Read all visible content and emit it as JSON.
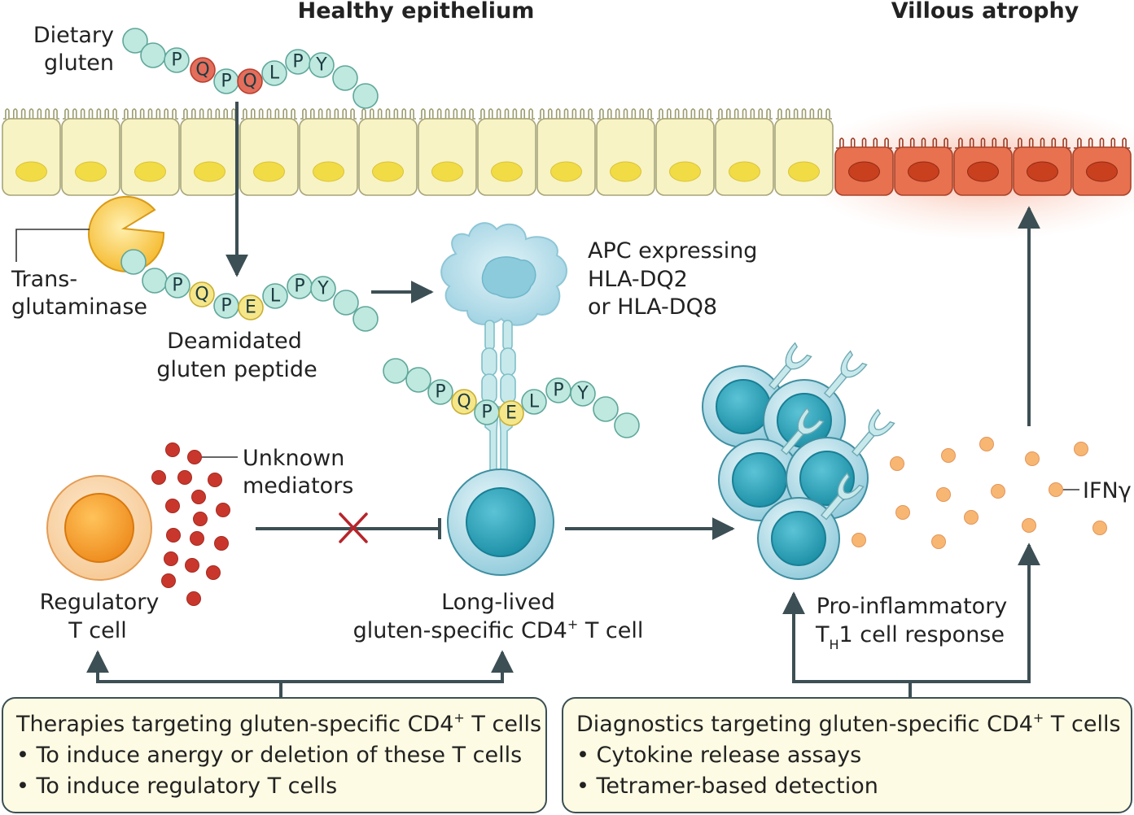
{
  "headers": {
    "healthy": "Healthy epithelium",
    "atrophy": "Villous atrophy"
  },
  "labels": {
    "dietary_gluten_1": "Dietary",
    "dietary_gluten_2": "gluten",
    "transglutaminase_1": "Trans-",
    "transglutaminase_2": "glutaminase",
    "deamidated_1": "Deamidated",
    "deamidated_2": "gluten peptide",
    "apc_1": "APC expressing",
    "apc_2": "HLA-DQ2",
    "apc_3": "or HLA-DQ8",
    "unknown_1": "Unknown",
    "unknown_2": "mediators",
    "treg_1": "Regulatory",
    "treg_2": "T cell",
    "cd4_1": "Long-lived",
    "cd4_2a": "gluten-specific CD4",
    "cd4_2sup": "+",
    "cd4_2b": " T cell",
    "proinf_1": "Pro-inflammatory",
    "proinf_2a": "T",
    "proinf_2sub": "H",
    "proinf_2b": "1 cell response",
    "ifng": "IFNγ"
  },
  "peptides": {
    "dietary": [
      "P",
      "Q",
      "P",
      "Q",
      "L",
      "P",
      "Y"
    ],
    "deamidated": [
      "P",
      "Q",
      "P",
      "E",
      "L",
      "P",
      "Y"
    ],
    "bound": [
      "P",
      "Q",
      "P",
      "E",
      "L",
      "P",
      "Y"
    ]
  },
  "boxes": {
    "therapies": {
      "title_a": "Therapies targeting gluten-specific CD4",
      "title_sup": "+",
      "title_b": " T cells",
      "items": [
        "• To induce anergy or deletion of these T cells",
        "• To induce regulatory T cells"
      ]
    },
    "diagnostics": {
      "title_a": "Diagnostics targeting gluten-specific CD4",
      "title_sup": "+",
      "title_b": " T cells",
      "items": [
        "• Cytokine release assays",
        "• Tetramer-based detection"
      ]
    }
  },
  "colors": {
    "healthy_cell": "#f8f3c4",
    "healthy_nucleus": "#f2dc45",
    "atrophy_cell": "#e8714f",
    "atrophy_nucleus": "#c9401f",
    "residue_teal": "#bfe8df",
    "residue_red": "#e46d5c",
    "residue_yellow": "#f6e68a",
    "apc": "#a9d8e6",
    "tcell": "#2aa1b8",
    "treg": "#f29a3a",
    "mediator": "#c9372c",
    "ifng": "#f7b773",
    "arrow": "#3c4f54",
    "inhibit_x": "#b8242b",
    "box_fill": "#fdfbe3"
  }
}
